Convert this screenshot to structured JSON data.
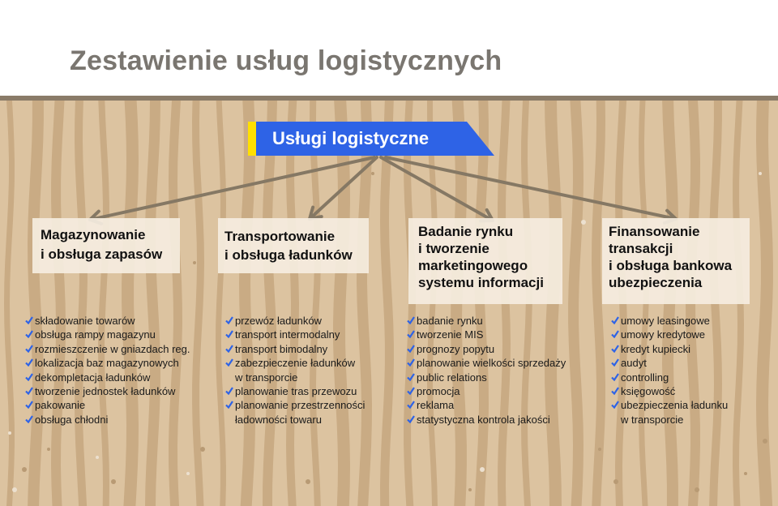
{
  "title": "Zestawienie usług logistycznych",
  "root": {
    "label": "Usługi logistyczne"
  },
  "colors": {
    "accent": "#2e63e6",
    "marker": "#ffe000",
    "arrow": "#857864",
    "check": "#2e63e6",
    "background": "#dcc3a0"
  },
  "categories": [
    {
      "title_lines": [
        "Magazynowanie",
        "i obsługa zapasów"
      ],
      "items": [
        [
          "składowanie towarów"
        ],
        [
          "obsługa rampy magazynu"
        ],
        [
          "rozmieszczenie w gniazdach reg."
        ],
        [
          "lokalizacja baz magazynowych"
        ],
        [
          "dekompletacja ładunków"
        ],
        [
          "tworzenie jednostek ładunków"
        ],
        [
          "pakowanie"
        ],
        [
          "obsługa chłodni"
        ]
      ]
    },
    {
      "title_lines": [
        "Transportowanie",
        "i obsługa ładunków"
      ],
      "items": [
        [
          "przewóz ładunków"
        ],
        [
          "transport intermodalny"
        ],
        [
          "transport bimodalny"
        ],
        [
          "zabezpieczenie ładunków",
          "w transporcie"
        ],
        [
          "planowanie tras przewozu"
        ],
        [
          "planowanie przestrzenności",
          "ładowności towaru"
        ]
      ]
    },
    {
      "title_lines": [
        "Badanie rynku",
        "i tworzenie",
        "marketingowego",
        "systemu informacji"
      ],
      "items": [
        [
          "badanie rynku"
        ],
        [
          "tworzenie MIS"
        ],
        [
          "prognozy popytu"
        ],
        [
          "planowanie wielkości sprzedaży"
        ],
        [
          "public relations"
        ],
        [
          "promocja"
        ],
        [
          "reklama"
        ],
        [
          "statystyczna kontrola jakości"
        ]
      ]
    },
    {
      "title_lines": [
        "Finansowanie",
        "transakcji",
        "i obsługa bankowa",
        "ubezpieczenia"
      ],
      "items": [
        [
          "umowy leasingowe"
        ],
        [
          "umowy kredytowe"
        ],
        [
          "kredyt kupiecki"
        ],
        [
          "audyt"
        ],
        [
          "controlling"
        ],
        [
          "księgowość"
        ],
        [
          "ubezpieczenia ładunku",
          "w transporcie"
        ]
      ]
    }
  ]
}
